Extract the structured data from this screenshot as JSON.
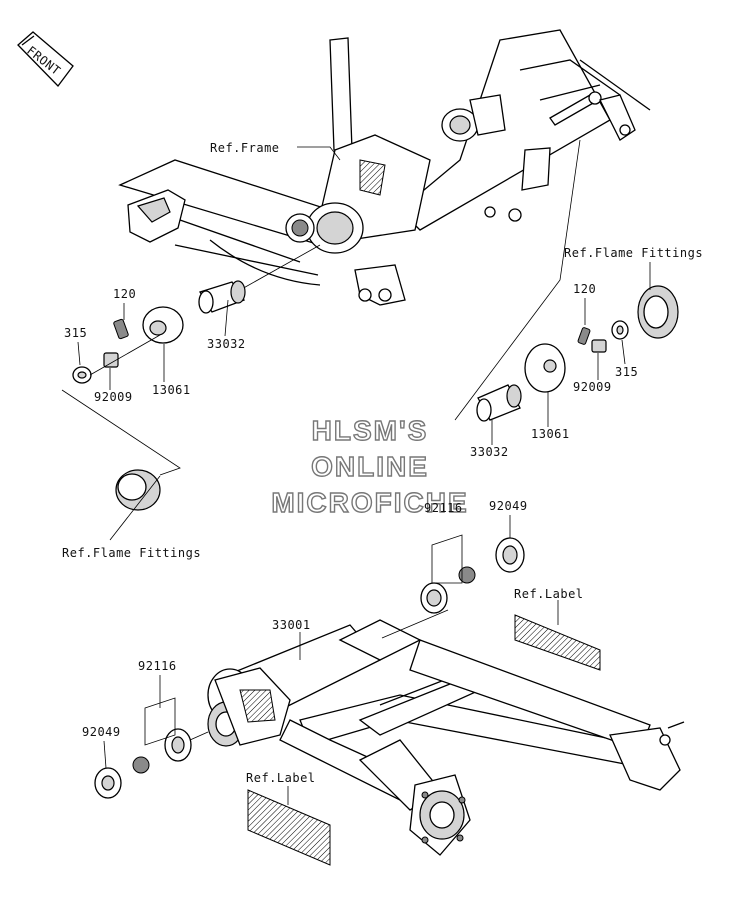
{
  "front_badge": "FRONT",
  "watermark": {
    "line1": "HLSM'S",
    "line2": "ONLINE",
    "line3": "MICROFICHE"
  },
  "labels": {
    "ref_frame": "Ref.Frame",
    "ref_flame_fittings_right": "Ref.Flame Fittings",
    "ref_flame_fittings_left": "Ref.Flame Fittings",
    "ref_label_right": "Ref.Label",
    "ref_label_left": "Ref.Label"
  },
  "parts": {
    "left_120": "120",
    "left_315": "315",
    "left_13061": "13061",
    "left_92009": "92009",
    "left_33032": "33032",
    "right_120": "120",
    "right_315": "315",
    "right_13061": "13061",
    "right_92009": "92009",
    "right_33032": "33032",
    "upper_92116": "92116",
    "upper_92049": "92049",
    "swingarm_33001": "33001",
    "lower_92116": "92116",
    "lower_92049": "92049"
  }
}
